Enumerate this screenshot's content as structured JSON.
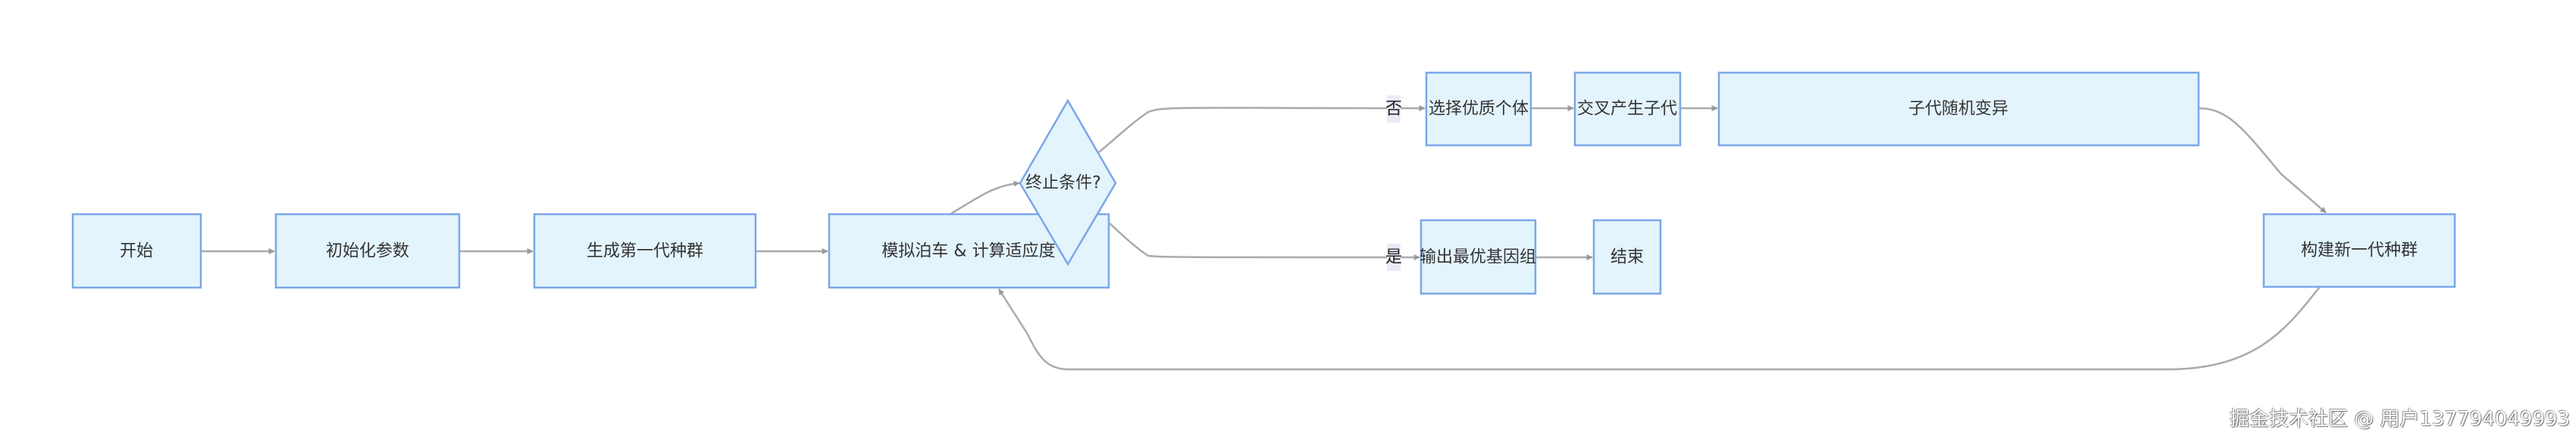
{
  "diagram": {
    "type": "flowchart",
    "nodes": {
      "start": "开始",
      "init_params": "初始化参数",
      "gen_first_population": "生成第一代种群",
      "simulate_and_fitness": "模拟泊车 & 计算适应度",
      "termination_check": "终止条件?",
      "select_elite": "选择优质个体",
      "crossover": "交叉产生子代",
      "mutation": "子代随机变异",
      "output_best": "输出最优基因组",
      "end": "结束",
      "build_new_population": "构建新一代种群"
    },
    "edges": [
      {
        "from": "start",
        "to": "init_params",
        "label": ""
      },
      {
        "from": "init_params",
        "to": "gen_first_population",
        "label": ""
      },
      {
        "from": "gen_first_population",
        "to": "simulate_and_fitness",
        "label": ""
      },
      {
        "from": "simulate_and_fitness",
        "to": "termination_check",
        "label": ""
      },
      {
        "from": "termination_check",
        "to": "select_elite",
        "label": "否"
      },
      {
        "from": "termination_check",
        "to": "output_best",
        "label": "是"
      },
      {
        "from": "select_elite",
        "to": "crossover",
        "label": ""
      },
      {
        "from": "crossover",
        "to": "mutation",
        "label": ""
      },
      {
        "from": "mutation",
        "to": "build_new_population",
        "label": ""
      },
      {
        "from": "build_new_population",
        "to": "simulate_and_fitness",
        "label": ""
      },
      {
        "from": "output_best",
        "to": "end",
        "label": ""
      }
    ],
    "edge_labels": {
      "no": "否",
      "yes": "是"
    },
    "colors": {
      "node_fill": "#e3f4fd",
      "node_stroke": "#7aa7e8",
      "edge": "#aaaaaa",
      "label_bg": "#ece8f6"
    }
  },
  "watermark": "掘金技术社区 @ 用户137794049993"
}
